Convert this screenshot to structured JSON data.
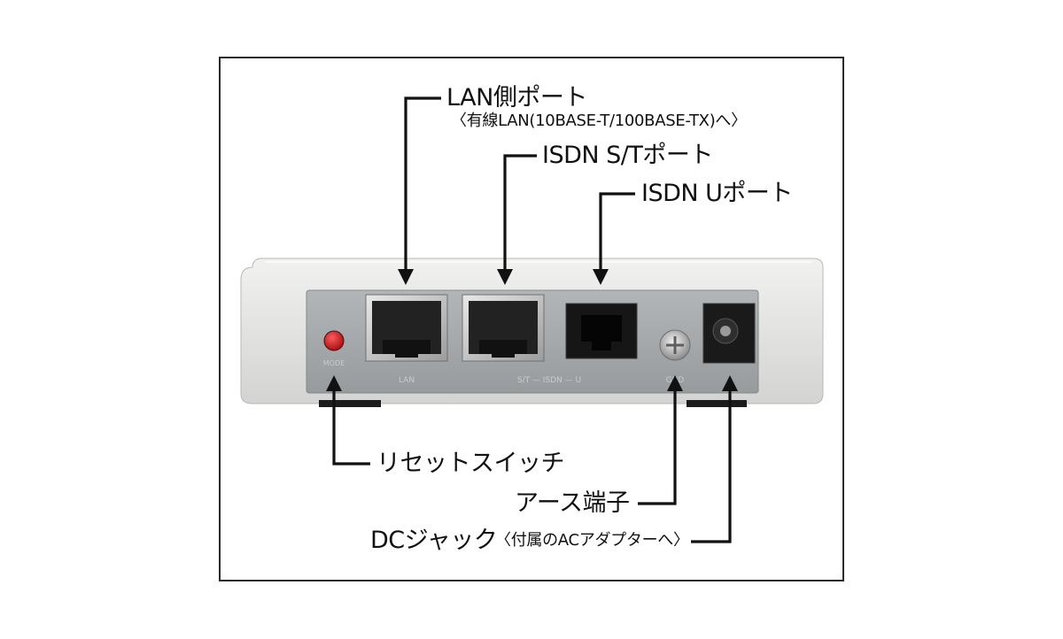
{
  "labels": {
    "lan_port": "LAN側ポート",
    "lan_port_note": "〈有線LAN(10BASE-T/100BASE-TX)へ〉",
    "isdn_st_port": "ISDN S/Tポート",
    "isdn_u_port": "ISDN Uポート",
    "reset_switch": "リセットスイッチ",
    "ground_terminal": "アース端子",
    "dc_jack": "DCジャック",
    "dc_jack_note": "〈付属のACアダプターへ〉"
  },
  "device_markings": {
    "mode": "MODE",
    "lan": "LAN",
    "isdn": "S/T — ISDN — U",
    "gnd": "GND"
  },
  "colors": {
    "frame": "#2a2a2a",
    "leader": "#111111",
    "casing": "#e3e4e2",
    "panel": "#a7abad",
    "reset_button": "#c0161b"
  }
}
